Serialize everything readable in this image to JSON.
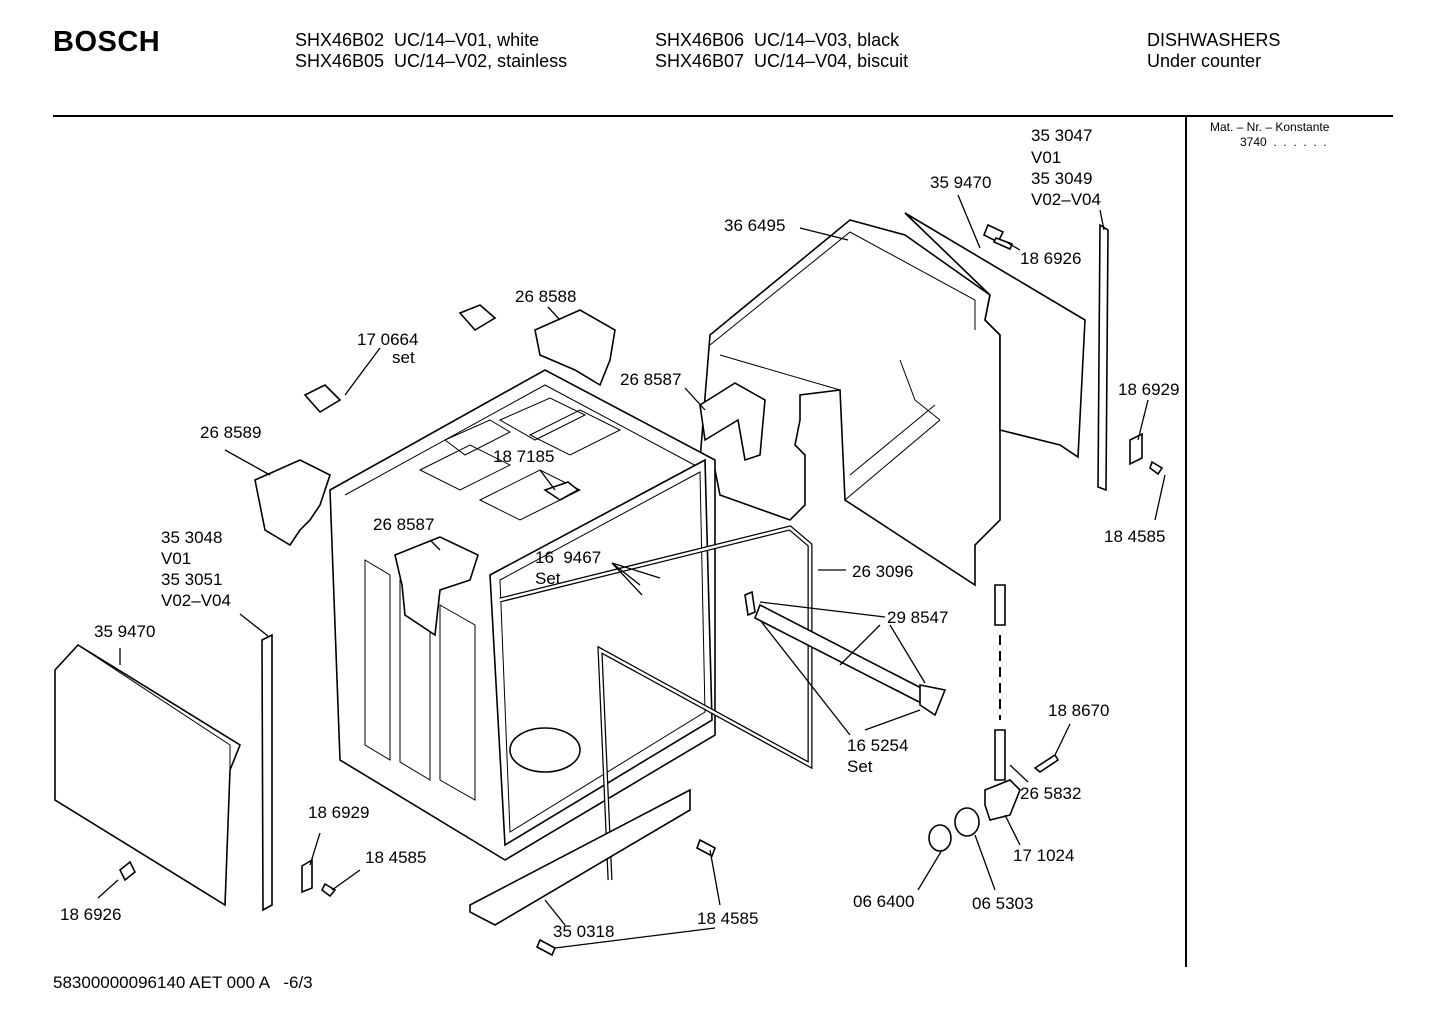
{
  "header": {
    "brand": "BOSCH",
    "models_left": [
      "SHX46B02  UC/14–V01, white",
      "SHX46B05  UC/14–V02, stainless"
    ],
    "models_mid": [
      "SHX46B06  UC/14–V03, black",
      "SHX46B07  UC/14–V04, biscuit"
    ],
    "category": [
      "DISHWASHERS",
      "Under counter"
    ]
  },
  "side_panel": {
    "title": "Mat. – Nr. – Konstante",
    "value": "3740  .  .  .  .  .  ."
  },
  "parts": [
    {
      "id": "p353047",
      "text": "35 3047"
    },
    {
      "id": "pV01a",
      "text": "V01"
    },
    {
      "id": "p353049",
      "text": "35 3049"
    },
    {
      "id": "pV02a",
      "text": "V02–V04"
    },
    {
      "id": "p359470a",
      "text": "35 9470"
    },
    {
      "id": "p366495",
      "text": "36 6495"
    },
    {
      "id": "p186926a",
      "text": "18 6926"
    },
    {
      "id": "p268588",
      "text": "26 8588"
    },
    {
      "id": "p170664",
      "text": "17 0664"
    },
    {
      "id": "pset1",
      "text": "set"
    },
    {
      "id": "p268587a",
      "text": "26 8587"
    },
    {
      "id": "p186929a",
      "text": "18 6929"
    },
    {
      "id": "p268589",
      "text": "26 8589"
    },
    {
      "id": "p187185",
      "text": "18 7185"
    },
    {
      "id": "p184585a",
      "text": "18 4585"
    },
    {
      "id": "p353048",
      "text": "35 3048"
    },
    {
      "id": "pV01b",
      "text": "V01"
    },
    {
      "id": "p353051",
      "text": "35 3051"
    },
    {
      "id": "pV02b",
      "text": "V02–V04"
    },
    {
      "id": "p268587b",
      "text": "26 8587"
    },
    {
      "id": "p169467",
      "text": "16  9467"
    },
    {
      "id": "pSet2",
      "text": "Set"
    },
    {
      "id": "p263096",
      "text": "26 3096"
    },
    {
      "id": "p359470b",
      "text": "35 9470"
    },
    {
      "id": "p298547",
      "text": "29 8547"
    },
    {
      "id": "p188670",
      "text": "18 8670"
    },
    {
      "id": "p165254",
      "text": "16 5254"
    },
    {
      "id": "pSet3",
      "text": "Set"
    },
    {
      "id": "p265832",
      "text": "26 5832"
    },
    {
      "id": "p186929b",
      "text": "18 6929"
    },
    {
      "id": "p184585b",
      "text": "18 4585"
    },
    {
      "id": "p171024",
      "text": "17 1024"
    },
    {
      "id": "p066400",
      "text": "06 6400"
    },
    {
      "id": "p065303",
      "text": "06 5303"
    },
    {
      "id": "p186926b",
      "text": "18 6926"
    },
    {
      "id": "p184585c",
      "text": "18 4585"
    },
    {
      "id": "p350318",
      "text": "35 0318"
    }
  ],
  "footer": {
    "code": "58300000096140 AET 000 A   -6/3"
  }
}
